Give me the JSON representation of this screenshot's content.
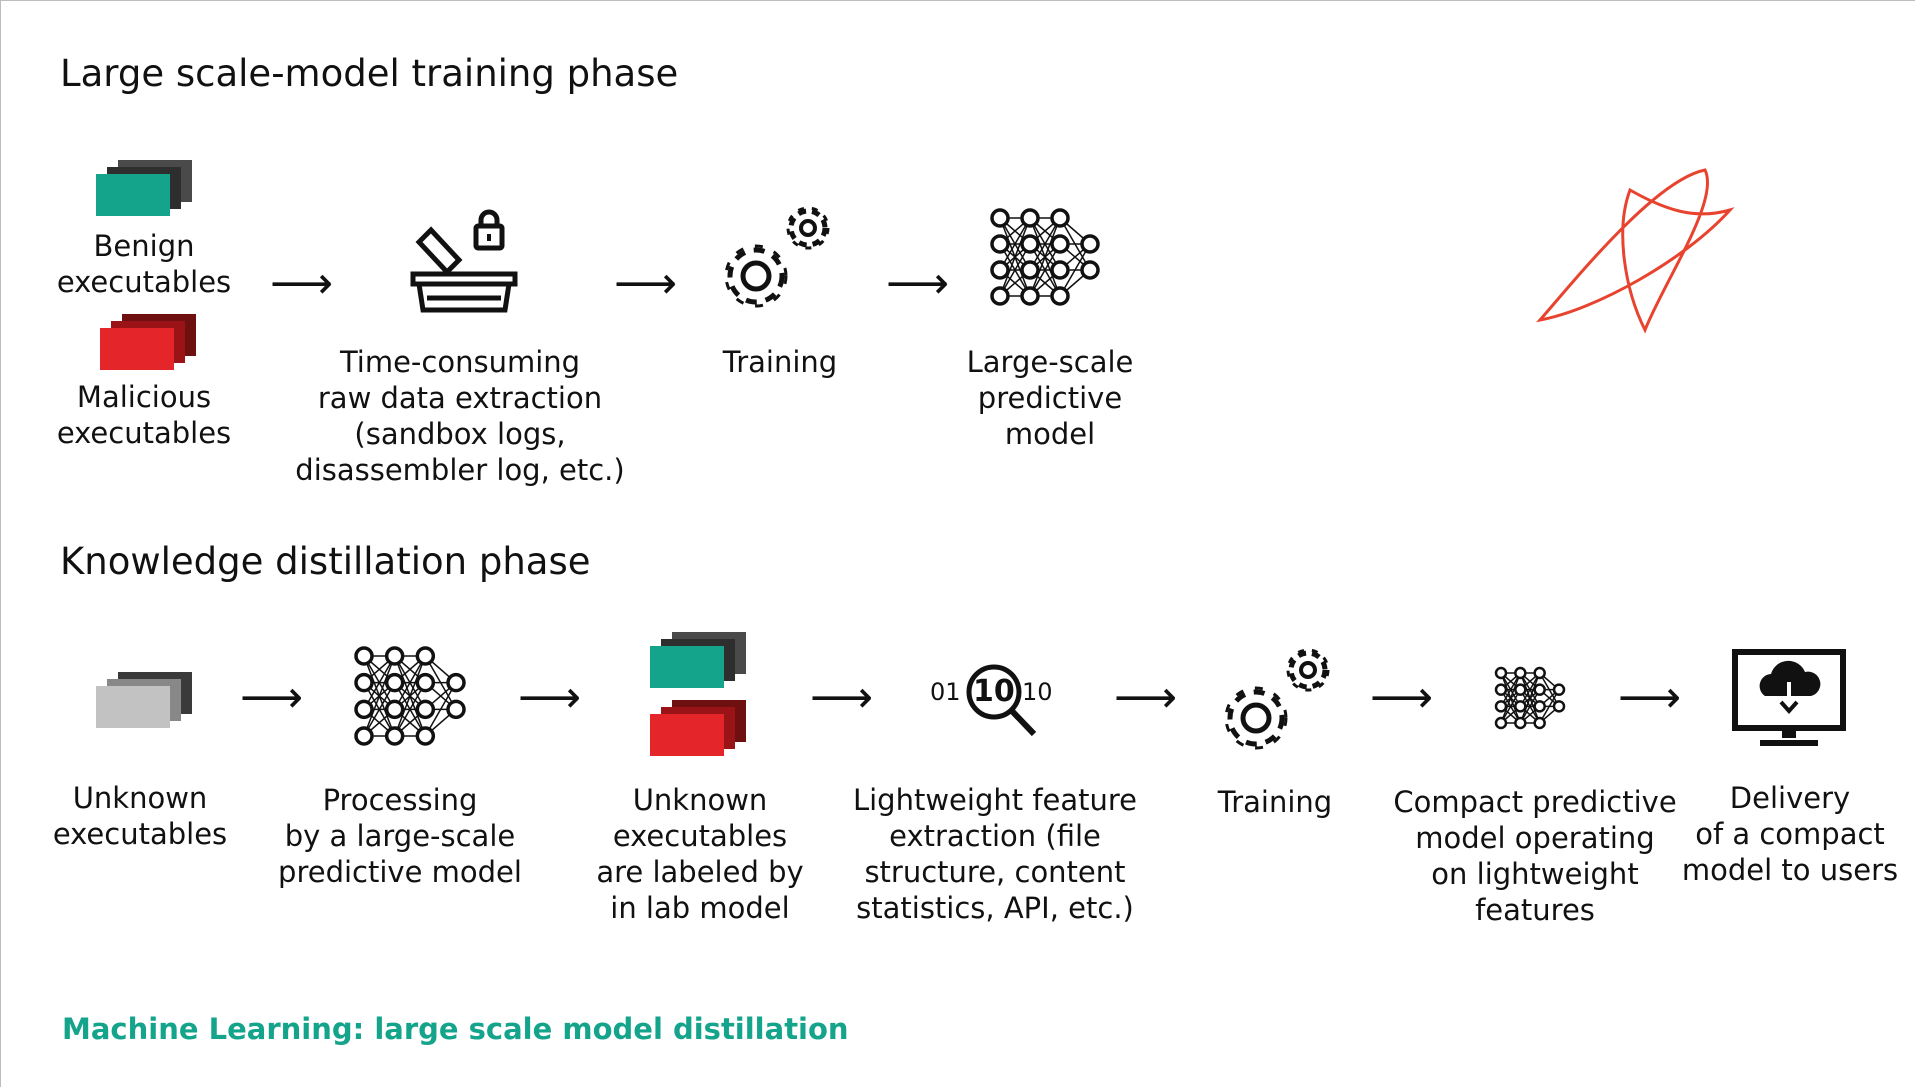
{
  "phase1": {
    "title": "Large scale-model training phase",
    "benign": "Benign\nexecutables",
    "malicious": "Malicious\nexecutables",
    "extraction": "Time-consuming\nraw data extraction\n(sandbox logs,\ndisassembler log, etc.)",
    "training": "Training",
    "model": "Large-scale\npredictive\nmodel"
  },
  "phase2": {
    "title": "Knowledge distillation phase",
    "unknown": "Unknown\nexecutables",
    "processing": "Processing\nby a large-scale\npredictive model",
    "labeled": "Unknown\nexecutables\nare labeled by\nin lab model",
    "features": "Lightweight feature\nextraction (file\nstructure, content\nstatistics, API, etc.)",
    "training": "Training",
    "compact": "Compact predictive\nmodel operating\non lightweight\nfeatures",
    "delivery": "Delivery\nof a compact\nmodel to users",
    "magnifier_digits_left": "01",
    "magnifier_digits_center": "10",
    "magnifier_digits_right": "10"
  },
  "arrow_glyph": "⟶",
  "caption": "Machine Learning: large scale model distillation",
  "colors": {
    "benign": "#14a38b",
    "malicious": "#e4262b",
    "unknown": "#c2c2c2",
    "caption": "#14a38b",
    "logo": "#e8432e"
  },
  "icons": [
    "data-stack-icon",
    "database-lock-icon",
    "gears-icon",
    "neural-network-icon",
    "magnifier-icon",
    "cloud-monitor-icon",
    "brand-logo"
  ]
}
